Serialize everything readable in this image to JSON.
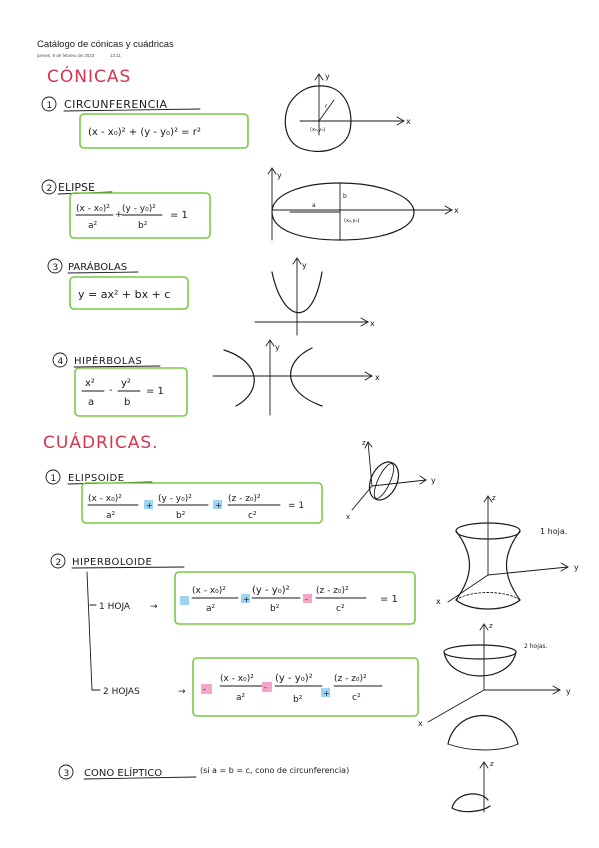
{
  "page": {
    "title": "Catálogo de cónicas y cuádricas",
    "date": "jueves, 9 de febrero de 2023",
    "time": "13:11"
  },
  "conicas": {
    "heading": "CÓNICAS",
    "items": [
      {
        "num": "1",
        "name": "CIRCUNFERENCIA",
        "formula": "(x - x₀)² + (y - y₀)² = r²",
        "labels": {
          "y": "y",
          "x": "x",
          "r": "r",
          "center": "(x₀,y₀)"
        }
      },
      {
        "num": "2",
        "name": "ELIPSE",
        "t1n": "(x - x₀)²",
        "t1d": "a²",
        "t2n": "(y - y₀)²",
        "t2d": "b²",
        "rhs": "= 1",
        "labels": {
          "y": "y",
          "x": "x",
          "a": "a",
          "b": "b",
          "center": "(x₀,y₀)"
        }
      },
      {
        "num": "3",
        "name": "PARÁBOLAS",
        "formula": "y = ax² + bx + c",
        "labels": {
          "y": "y",
          "x": "x"
        }
      },
      {
        "num": "4",
        "name": "HIPÉRBOLAS",
        "t1n": "x²",
        "t1d": "a",
        "t2n": "y²",
        "t2d": "b",
        "rhs": "= 1",
        "labels": {
          "y": "y",
          "x": "x"
        }
      }
    ]
  },
  "cuadricas": {
    "heading": "CUÁDRICAS.",
    "elipsoide": {
      "num": "1",
      "name": "ELIPSOIDE",
      "t1n": "(x - x₀)²",
      "t1d": "a²",
      "t2n": "(y - y₀)²",
      "t2d": "b²",
      "t3n": "(z - z₀)²",
      "t3d": "c²",
      "rhs": "= 1",
      "labels": {
        "z": "z",
        "y": "y",
        "x": "x"
      }
    },
    "hiperboloide": {
      "num": "2",
      "name": "HIPERBOLOIDE",
      "una": {
        "label": "1 HOJA",
        "t1n": "(x - x₀)²",
        "t1d": "a²",
        "t2n": "(y - y₀)²",
        "t2d": "b²",
        "t3n": "(z - z₀)²",
        "t3d": "c²",
        "rhs": "= 1",
        "note": "1 hoja.",
        "axes": {
          "z": "z",
          "y": "y",
          "x": "x"
        }
      },
      "dos": {
        "label": "2 HOJAS",
        "t1n": "(x - x₀)²",
        "t1d": "a²",
        "t2n": "(y - y₀)²",
        "t2d": "b²",
        "t3n": "(z - z₀)²",
        "t3d": "c²",
        "note": "2 hojas.",
        "axes": {
          "z": "z",
          "y": "y",
          "x": "x"
        }
      }
    },
    "cono": {
      "num": "3",
      "name": "CONO ELÍPTICO",
      "note": "(si a = b = c, cono de circunferencia)",
      "axes": {
        "z": "z"
      }
    }
  },
  "colors": {
    "heading": "#d9334f",
    "box": "#7ac943",
    "blue_marker": "#9fd3f2",
    "pink_marker": "#f5a6c8",
    "ink": "#1a1a1a"
  }
}
